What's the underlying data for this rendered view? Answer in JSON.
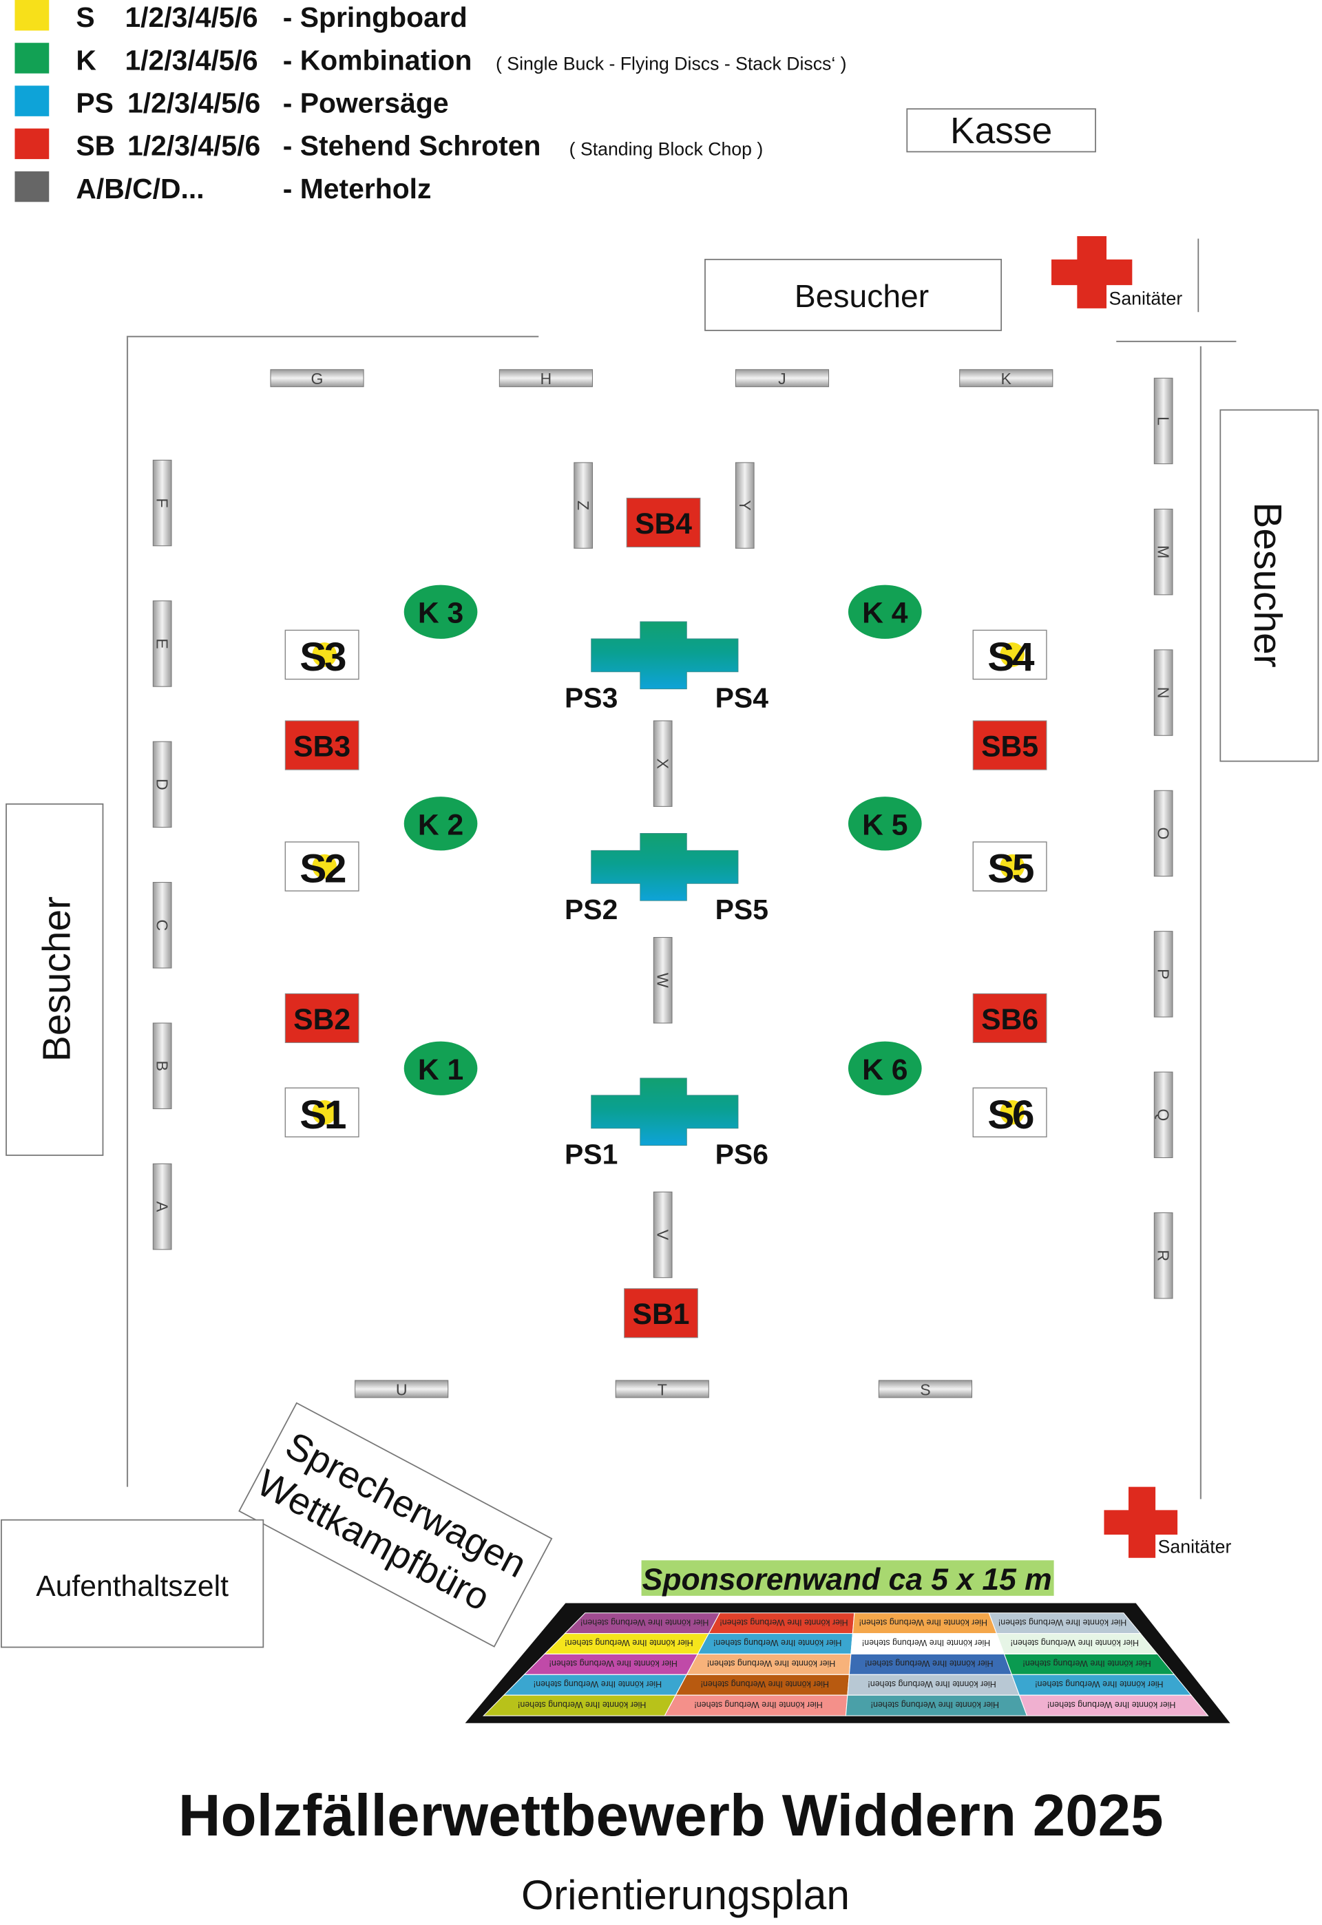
{
  "legend": [
    {
      "code": "S",
      "nums": "1/2/3/4/5/6",
      "label": "- Springboard",
      "note": "",
      "color": "#f7e01a"
    },
    {
      "code": "K",
      "nums": "1/2/3/4/5/6",
      "label": "- Kombination",
      "note": "( Single Buck - Flying Discs - Stack Discs‘ )",
      "color": "#12a154"
    },
    {
      "code": "PS",
      "nums": "1/2/3/4/5/6",
      "label": "- Powersäge",
      "note": "",
      "color": "#0ea3d8"
    },
    {
      "code": "SB",
      "nums": "1/2/3/4/5/6",
      "label": "- Stehend Schroten",
      "note": "( Standing Block Chop )",
      "color": "#de2a1e"
    },
    {
      "code": "A/B/C/D...",
      "nums": "",
      "label": "- Meterholz",
      "note": "",
      "color": "#666666"
    }
  ],
  "kasse": "Kasse",
  "besucher": "Besucher",
  "sanitaeter": "Sanitäter",
  "aufenthaltszelt": "Aufenthaltszelt",
  "sprecherwagen": [
    "Sprecherwagen",
    "Wettkampfbüro"
  ],
  "meterholz": [
    "G",
    "H",
    "J",
    "K",
    "U",
    "T",
    "S",
    "F",
    "E",
    "D",
    "C",
    "B",
    "A",
    "L",
    "M",
    "N",
    "O",
    "P",
    "Q",
    "R",
    "Z",
    "Y",
    "X",
    "W",
    "V"
  ],
  "stations": {
    "sb": [
      "SB4",
      "SB3",
      "SB5",
      "SB2",
      "SB6",
      "SB1"
    ],
    "s": [
      "S3",
      "S4",
      "S2",
      "S5",
      "S1",
      "S6"
    ],
    "k": [
      "K 3",
      "K 4",
      "K 2",
      "K 5",
      "K 1",
      "K 6"
    ],
    "ps": [
      "PS3",
      "PS4",
      "PS2",
      "PS5",
      "PS1",
      "PS6"
    ]
  },
  "sponsor": {
    "title": "Sponsorenwand ca 5 x 15 m",
    "cell_text": "Hier könnte Ihre Werbung stehen!",
    "colors": [
      [
        "#a04b90",
        "#e0402a",
        "#f4a64a",
        "#b8c8d4"
      ],
      [
        "#f5e51c",
        "#3aa6d0",
        "#ffffff",
        "#e6f5e6"
      ],
      [
        "#c04aa8",
        "#f7b27a",
        "#3a6cb4",
        "#0a9a50"
      ],
      [
        "#3aa6d0",
        "#b85a10",
        "#b8c8d4",
        "#3aa6d0"
      ],
      [
        "#b8c21a",
        "#f4908a",
        "#4aa0a8",
        "#f0b0d0"
      ]
    ]
  },
  "title": "Holzfällerwettbewerb Widdern 2025",
  "subtitle": "Orientierungsplan"
}
